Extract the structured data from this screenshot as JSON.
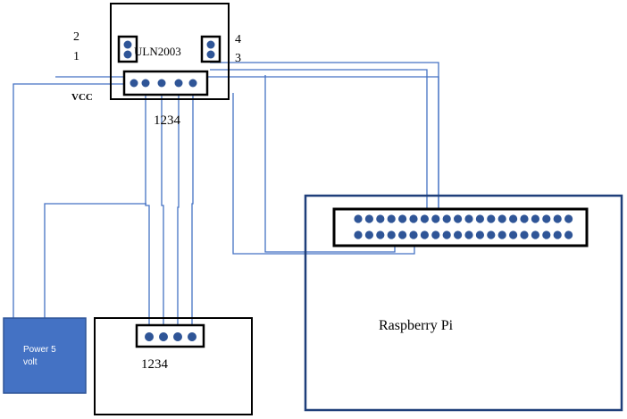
{
  "colors": {
    "wire": "#4472c4",
    "pin": "#2f5597",
    "frame": "#000000",
    "pi_border": "#1f3f7a",
    "power_fill": "#4472c4",
    "power_text": "#ffffff"
  },
  "driver": {
    "chip_label": "ULN2003",
    "left_pin_labels": {
      "top": "2",
      "bottom": "1"
    },
    "right_pin_labels": {
      "top": "4",
      "bottom": "3"
    },
    "vcc_label": "VCC",
    "header_numbering": "1234"
  },
  "motor": {
    "header_numbering": "1234"
  },
  "raspberry_pi": {
    "label": "Raspberry Pi"
  },
  "power": {
    "label_line1": "Power 5",
    "label_line2": "volt"
  }
}
